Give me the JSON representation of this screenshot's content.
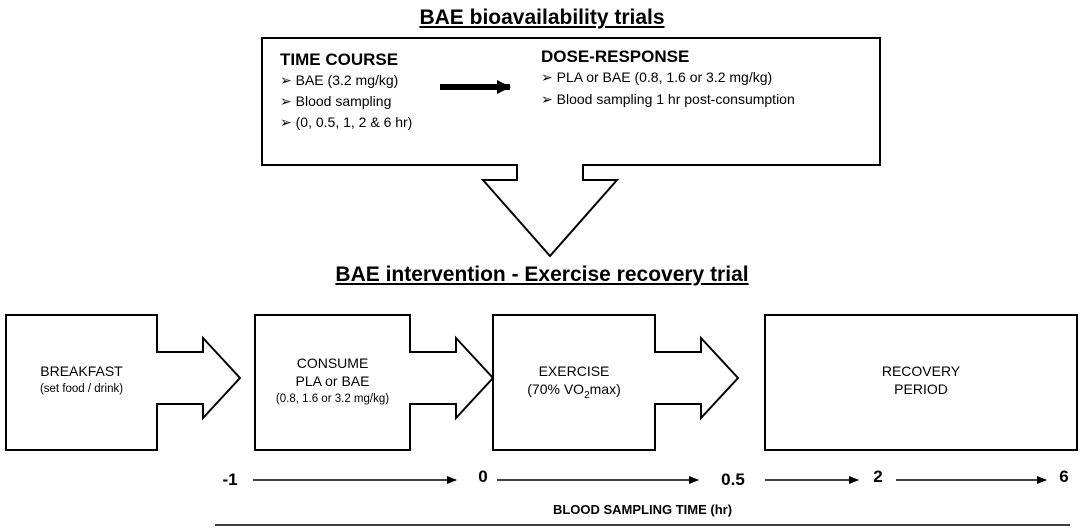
{
  "top_title": "BAE bioavailability trials",
  "time_course": {
    "heading": "TIME COURSE",
    "items": [
      "BAE (3.2 mg/kg)",
      "Blood sampling",
      "(0, 0.5, 1, 2 & 6 hr)"
    ]
  },
  "dose_response": {
    "heading": "DOSE-RESPONSE",
    "items": [
      "PLA or BAE (0.8, 1.6 or 3.2 mg/kg)",
      "Blood sampling  1 hr post-consumption"
    ]
  },
  "bottom_title": "BAE intervention - Exercise recovery trial",
  "steps": {
    "breakfast": {
      "line1": "BREAKFAST",
      "line2": "(set food / drink)"
    },
    "consume": {
      "line1": "CONSUME",
      "line2": "PLA or BAE",
      "line3": "(0.8, 1.6 or 3.2 mg/kg)"
    },
    "exercise": {
      "line1": "EXERCISE",
      "line2_pre": "(70% VO",
      "line2_sub": "2",
      "line2_post": "max)"
    },
    "recovery": {
      "line1": "RECOVERY",
      "line2": "PERIOD"
    }
  },
  "timeline": {
    "ticks": [
      "-1",
      "0",
      "0.5",
      "2",
      "6"
    ],
    "label": "BLOOD SAMPLING TIME (hr)"
  },
  "bullet_symbol": "➢"
}
